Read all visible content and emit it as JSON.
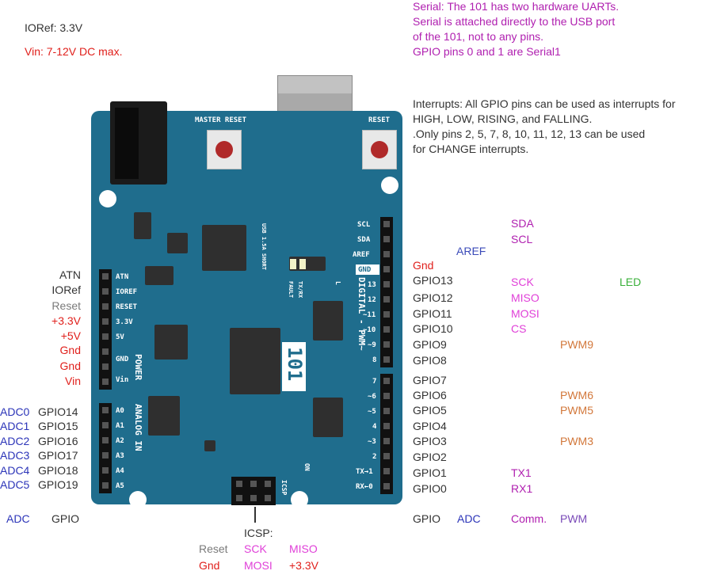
{
  "top_left": {
    "ioref": "IORef: 3.3V",
    "vin": "Vin: 7-12V DC max."
  },
  "serial_note": [
    "Serial: The 101 has two hardware UARTs.",
    "Serial is attached directly to the USB port",
    "of the 101, not to any pins.",
    "GPIO pins 0 and 1 are Serial1"
  ],
  "interrupt_note": [
    "Interrupts: All GPIO pins can be used as interrupts for",
    "HIGH, LOW, RISING, and FALLING.",
    ".Only pins  2, 5, 7, 8, 10, 11, 12, 13 can be used",
    "for CHANGE interrupts."
  ],
  "board": {
    "master_reset": "MASTER RESET",
    "reset": "RESET",
    "model": "101",
    "usb_label": "USB 1.5A SHORT",
    "txrx_label": "TX/RX",
    "fault_label": "FAULT",
    "l_label": "L",
    "on_label": "ON",
    "icsp_label": "ICSP",
    "power_label": "POWER",
    "analog_label": "ANALOG IN",
    "digital_label": "DIGITAL - PWM~",
    "power_pins": [
      "ATN",
      "IOREF",
      "RESET",
      "3.3V",
      "5V",
      "GND",
      "",
      "Vin"
    ],
    "analog_pins": [
      "A0",
      "A1",
      "A2",
      "A3",
      "A4",
      "A5"
    ],
    "digital_top_pins": [
      "SCL",
      "SDA",
      "AREF",
      "GND",
      "13",
      "12",
      "~11",
      "~10",
      "~9",
      "8"
    ],
    "digital_bottom_pins": [
      "7",
      "~6",
      "~5",
      "4",
      "~3",
      "2",
      "TX→1",
      "RX←0"
    ]
  },
  "left_power_labels": [
    "ATN",
    "IORef",
    "Reset",
    "+3.3V",
    "+5V",
    "Gnd",
    "Gnd",
    "Vin"
  ],
  "left_analog": [
    {
      "adc": "ADC0",
      "gpio": "GPIO14"
    },
    {
      "adc": "ADC1",
      "gpio": "GPIO15"
    },
    {
      "adc": "ADC2",
      "gpio": "GPIO16"
    },
    {
      "adc": "ADC3",
      "gpio": "GPIO17"
    },
    {
      "adc": "ADC4",
      "gpio": "GPIO18"
    },
    {
      "adc": "ADC5",
      "gpio": "GPIO19"
    }
  ],
  "left_legend": {
    "adc": "ADC",
    "gpio": "GPIO"
  },
  "right_top": {
    "sda": "SDA",
    "scl": "SCL",
    "aref": "AREF",
    "gnd": "Gnd"
  },
  "right_gpio_top": [
    "GPIO13",
    "GPIO12",
    "GPIO11",
    "GPIO10",
    "GPIO9",
    "GPIO8"
  ],
  "right_gpio_bottom": [
    "GPIO7",
    "GPIO6",
    "GPIO5",
    "GPIO4",
    "GPIO3",
    "GPIO2",
    "GPIO1",
    "GPIO0"
  ],
  "right_spi": [
    "SCK",
    "MISO",
    "MOSI",
    "CS"
  ],
  "right_led": "LED",
  "right_pwm": {
    "pwm9": "PWM9",
    "pwm6": "PWM6",
    "pwm5": "PWM5",
    "pwm3": "PWM3"
  },
  "right_serial": {
    "tx1": "TX1",
    "rx1": "RX1"
  },
  "right_legend": {
    "gpio": "GPIO",
    "adc": "ADC",
    "comm": "Comm.",
    "pwm": "PWM"
  },
  "icsp": {
    "title": "ICSP:",
    "reset": "Reset",
    "sck": "SCK",
    "miso": "MISO",
    "gnd": "Gnd",
    "mosi": "MOSI",
    "v33": "+3.3V"
  },
  "colors": {
    "board": "#1f6d8d",
    "power_red": "#e0201c",
    "gray": "#7a7a7a",
    "adc_blue": "#2b34b8",
    "comm_purple": "#b020b0",
    "spi_pink": "#e040d8",
    "pwm_orange": "#d2773a",
    "led_green": "#3ab03a",
    "aref_blue": "#3a4ab8"
  }
}
